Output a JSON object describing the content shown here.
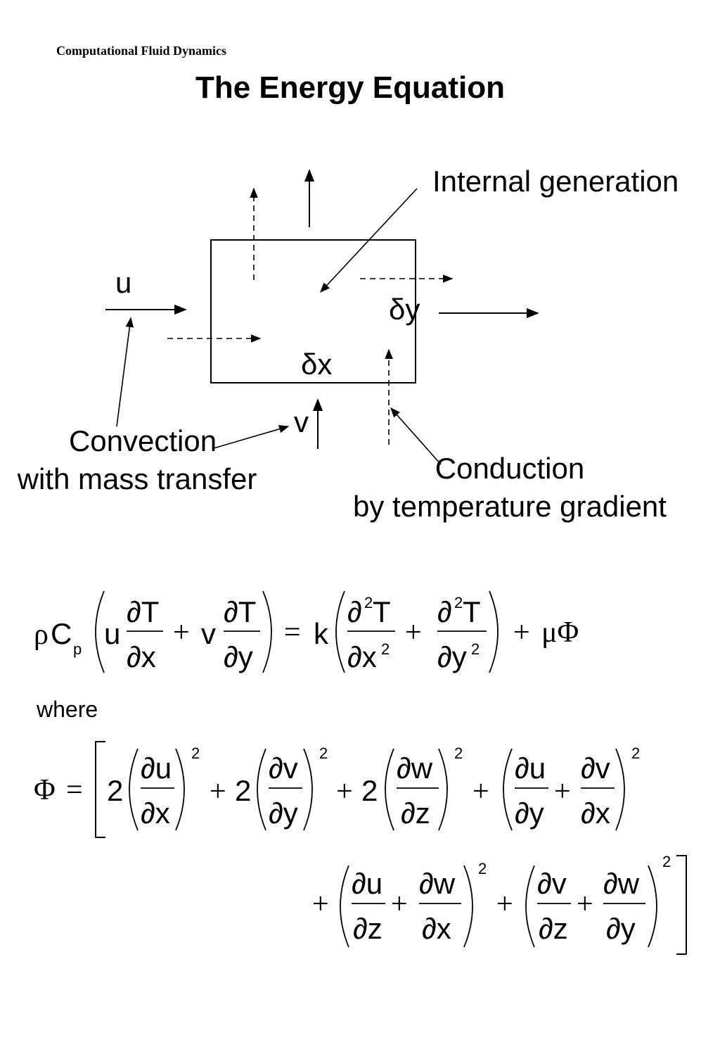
{
  "header": "Computational Fluid Dynamics",
  "title": "The Energy Equation",
  "diagram": {
    "label_u": "u",
    "label_v": "v",
    "label_dy": "δy",
    "label_dx": "δx",
    "internal_generation": "Internal generation",
    "convection": [
      "Convection",
      "with mass transfer"
    ],
    "conduction": [
      "Conduction",
      "by temperature gradient"
    ]
  },
  "where": "where",
  "equation_main": "ρCp(u ∂T/∂x + v ∂T/∂y) = k(∂²T/∂x² + ∂²T/∂y²) + μΦ",
  "equation_phi": "Φ = [2(∂u/∂x)² + 2(∂v/∂y)² + 2(∂w/∂z)² + (∂u/∂y + ∂v/∂x)² + (∂u/∂z + ∂w/∂x)² + (∂v/∂z + ∂w/∂y)²]"
}
